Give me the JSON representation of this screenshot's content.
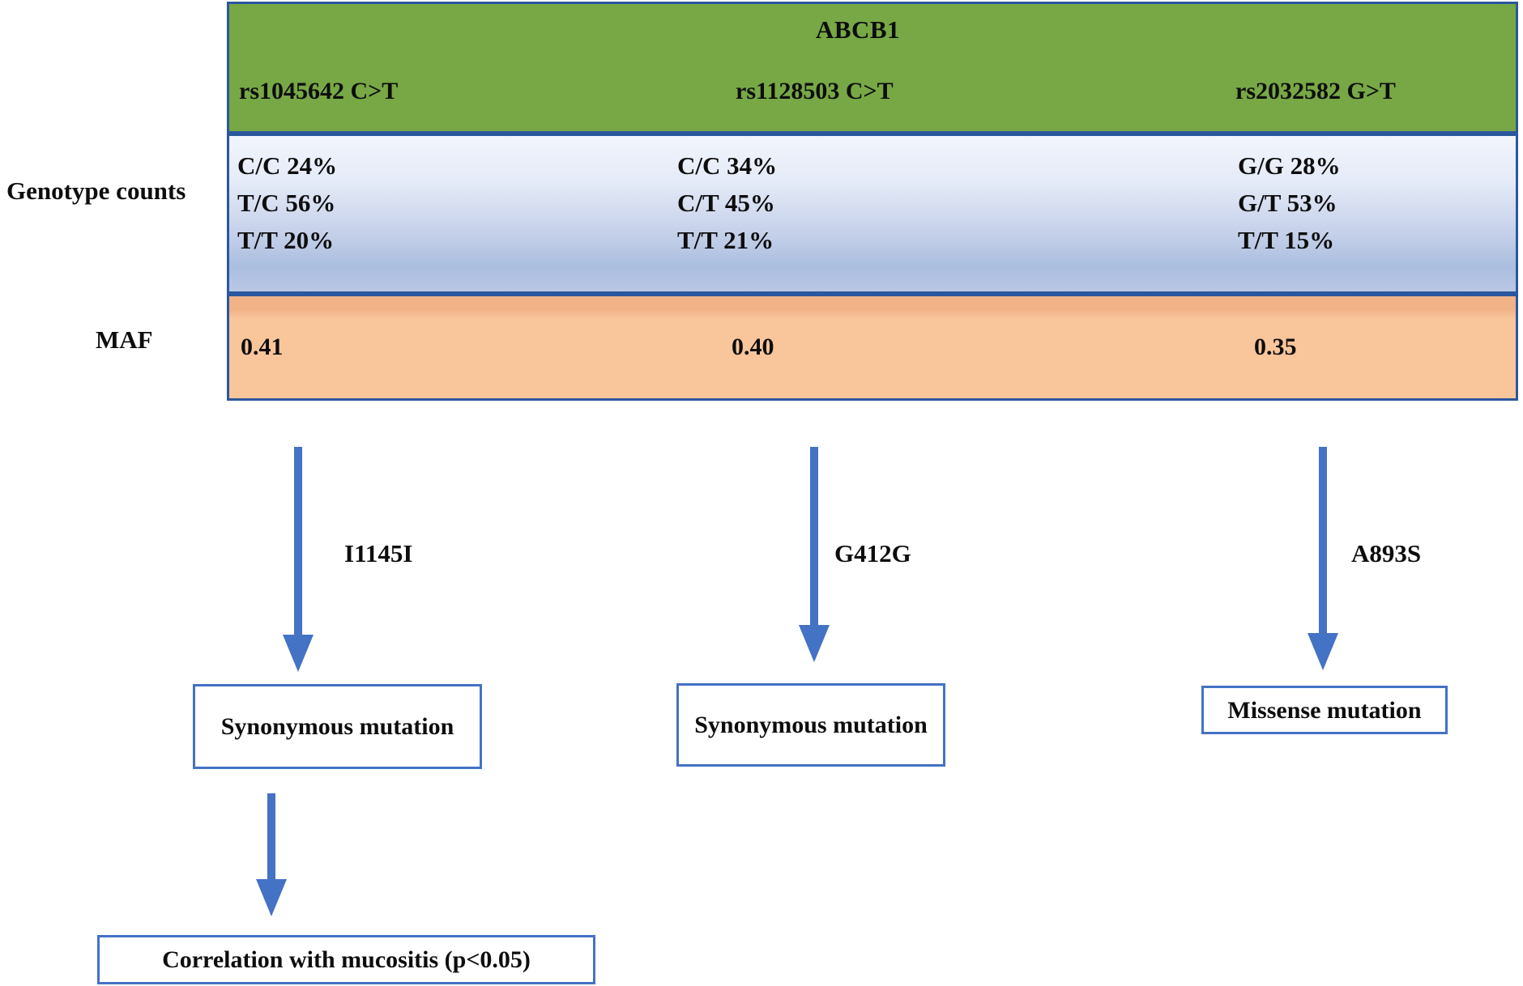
{
  "colors": {
    "header_green": "#77a845",
    "table_border_blue": "#2b579d",
    "genotype_panel_top": "#f2f5fc",
    "genotype_panel_bottom": "#aabede",
    "maf_orange": "#f9c59b",
    "maf_orange_dark_strip": "#f1b288",
    "arrow_blue": "#4472c4",
    "flow_box_border": "#4472c4",
    "text": "#0d0d0d"
  },
  "table": {
    "gene_title": "ABCB1",
    "row_labels": {
      "genotype": "Genotype counts",
      "maf": "MAF"
    },
    "variants": [
      {
        "id": "rs1045642 C>T",
        "genotypes": [
          "C/C 24%",
          "T/C 56%",
          "T/T 20%"
        ],
        "maf": "0.41"
      },
      {
        "id": "rs1128503 C>T",
        "genotypes": [
          "C/C 34%",
          "C/T 45%",
          "T/T 21%"
        ],
        "maf": "0.40"
      },
      {
        "id": "rs2032582 G>T",
        "genotypes": [
          "G/G 28%",
          "G/T 53%",
          "T/T 15%"
        ],
        "maf": "0.35"
      }
    ]
  },
  "flow": {
    "arrow_labels": [
      "I1145I",
      "G412G",
      "A893S"
    ],
    "mutation_boxes": [
      "Synonymous mutation",
      "Synonymous mutation",
      "Missense mutation"
    ],
    "outcome_box": "Correlation with mucositis (p<0.05)"
  }
}
